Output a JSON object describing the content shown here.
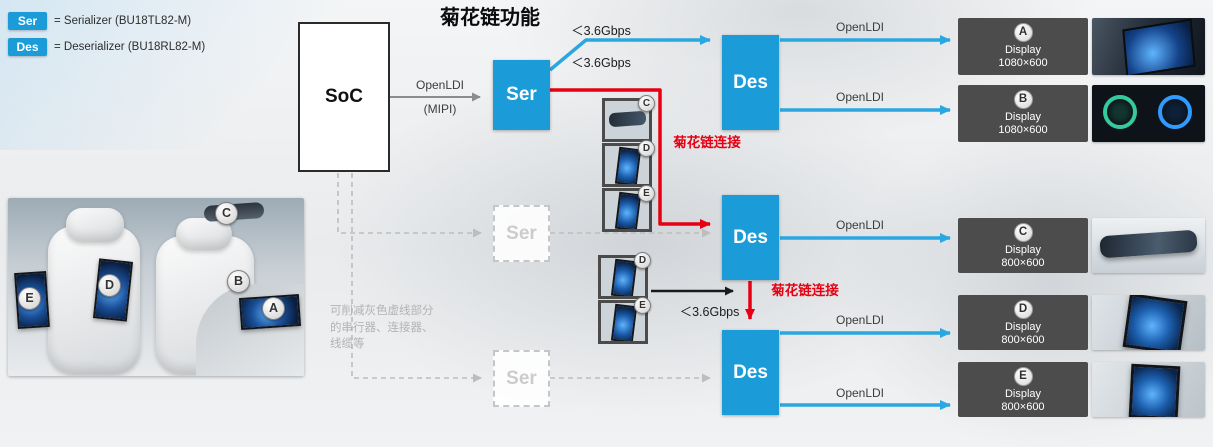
{
  "title": "菊花链功能",
  "legend": {
    "items": [
      {
        "badge": "Ser",
        "desc": "= Serializer (BU18TL82-M)"
      },
      {
        "badge": "Des",
        "desc": "= Deserializer (BU18RL82-M)"
      }
    ]
  },
  "nodes": {
    "soc": "SoC",
    "ser1": "Ser",
    "ser2": "Ser",
    "ser3": "Ser",
    "des1": "Des",
    "des2": "Des",
    "des3": "Des"
  },
  "labels": {
    "openldi_soc": "OpenLDI",
    "mipi": "(MIPI)",
    "gbps_top": "＜3.6Gbps",
    "gbps_mid": "＜3.6Gbps",
    "gbps_chain": "＜3.6Gbps",
    "daisy_1": "菊花链连接",
    "daisy_2": "菊花链连接",
    "openldi_a": "OpenLDI",
    "openldi_b": "OpenLDI",
    "openldi_c": "OpenLDI",
    "openldi_d": "OpenLDI",
    "openldi_e": "OpenLDI"
  },
  "note": {
    "line1": "可削减灰色虚线部分",
    "line2": "的串行器、连接器、",
    "line3": "线缆等"
  },
  "displays": [
    {
      "id": "A",
      "name": "Display",
      "resolution": "1080×600"
    },
    {
      "id": "B",
      "name": "Display",
      "resolution": "1080×600"
    },
    {
      "id": "C",
      "name": "Display",
      "resolution": "800×600"
    },
    {
      "id": "D",
      "name": "Display",
      "resolution": "800×600"
    },
    {
      "id": "E",
      "name": "Display",
      "resolution": "800×600"
    }
  ],
  "car_labels": [
    {
      "id": "A"
    },
    {
      "id": "B"
    },
    {
      "id": "C"
    },
    {
      "id": "D"
    },
    {
      "id": "E"
    }
  ],
  "thumb_stack1": [
    {
      "id": "C"
    },
    {
      "id": "D"
    },
    {
      "id": "E"
    }
  ],
  "thumb_stack2": [
    {
      "id": "D"
    },
    {
      "id": "E"
    }
  ],
  "colors": {
    "blue": "#1b9cd8",
    "red": "#e60012",
    "dark_box": "#4c4c4c",
    "gray_dashed": "#bdbdbd"
  }
}
